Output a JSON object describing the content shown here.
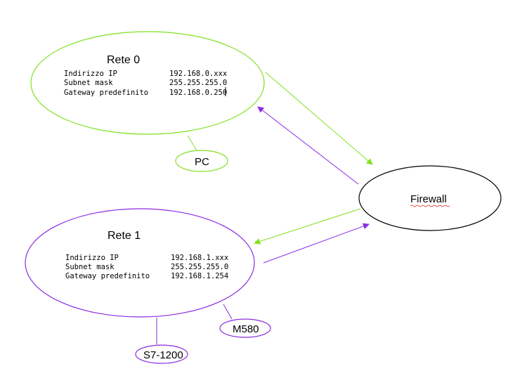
{
  "colors": {
    "green": "#80e020",
    "purple": "#8a2be2",
    "black": "#000000"
  },
  "networks": [
    {
      "title": "Rete 0",
      "rows": [
        {
          "label": "Indirizzo IP",
          "value": "192.168.0.xxx"
        },
        {
          "label": "Subnet mask",
          "value": "255.255.255.0"
        },
        {
          "label": "Gateway predefinito",
          "value": "192.168.0.250"
        }
      ]
    },
    {
      "title": "Rete 1",
      "rows": [
        {
          "label": "Indirizzo IP",
          "value": "192.168.1.xxx"
        },
        {
          "label": "Subnet mask",
          "value": "255.255.255.0"
        },
        {
          "label": "Gateway predefinito",
          "value": "192.168.1.254"
        }
      ]
    }
  ],
  "devices": {
    "pc": "PC",
    "firewall": "Firewall",
    "m580": "M580",
    "s7": "S7-1200"
  }
}
